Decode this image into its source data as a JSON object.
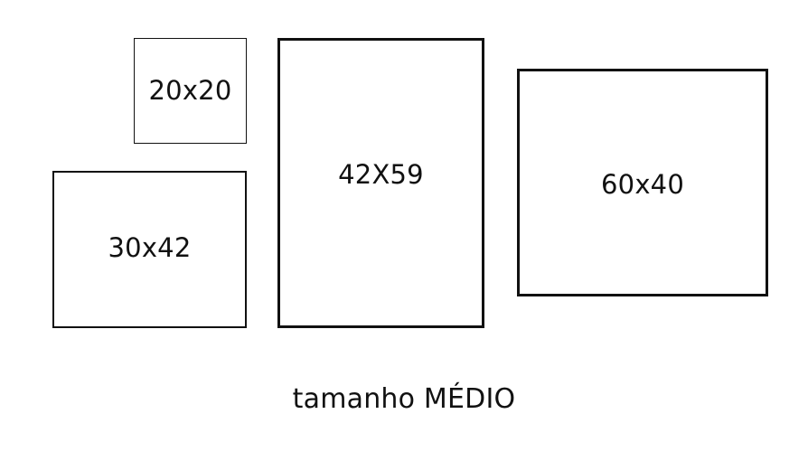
{
  "frames": [
    {
      "label": "20x20"
    },
    {
      "label": "30x42"
    },
    {
      "label": "42X59"
    },
    {
      "label": "60x40"
    }
  ],
  "caption": "tamanho MÉDIO",
  "colors": {
    "background": "#ffffff",
    "stroke": "#111111",
    "text": "#111111"
  }
}
